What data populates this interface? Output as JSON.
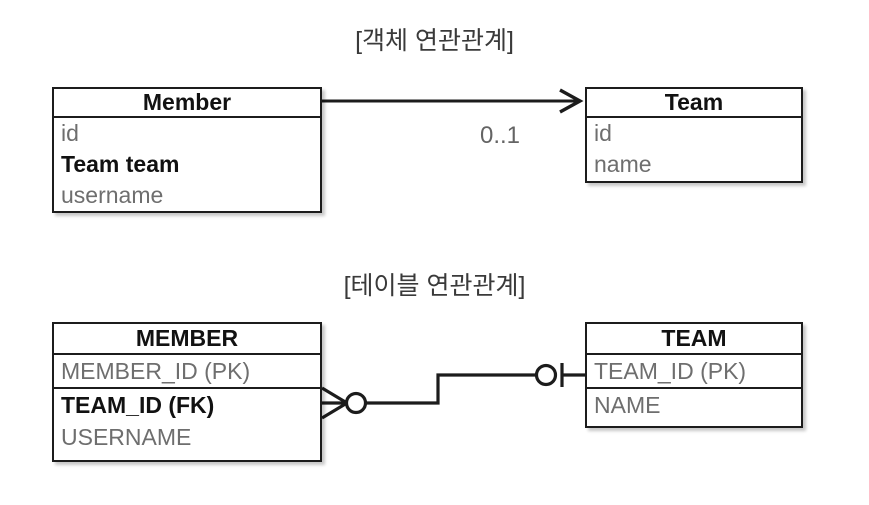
{
  "page": {
    "background": "#ffffff",
    "line_color": "#1c1c1c",
    "muted_text_color": "#6e6e6e",
    "strong_text_color": "#111111"
  },
  "sections": {
    "object_model": {
      "title": "[객체 연관관계]",
      "member_box": {
        "header": "Member",
        "attributes": [
          {
            "label": "id",
            "emphasis": "normal"
          },
          {
            "label": "Team team",
            "emphasis": "bold"
          },
          {
            "label": "username",
            "emphasis": "normal"
          }
        ]
      },
      "team_box": {
        "header": "Team",
        "attributes": [
          {
            "label": "id",
            "emphasis": "normal"
          },
          {
            "label": "name",
            "emphasis": "normal"
          }
        ]
      },
      "relationship": {
        "multiplicity_label": "0..1",
        "arrow_style": "open-arrow-right",
        "from": "Member",
        "to": "Team"
      }
    },
    "table_model": {
      "title": "[테이블 연관관계]",
      "member_table": {
        "header": "MEMBER",
        "key_columns": [
          {
            "label": "MEMBER_ID (PK)",
            "emphasis": "normal"
          }
        ],
        "columns": [
          {
            "label": "TEAM_ID (FK)",
            "emphasis": "bold"
          },
          {
            "label": "USERNAME",
            "emphasis": "normal"
          }
        ]
      },
      "team_table": {
        "header": "TEAM",
        "key_columns": [
          {
            "label": "TEAM_ID (PK)",
            "emphasis": "normal"
          }
        ],
        "columns": [
          {
            "label": "NAME",
            "emphasis": "normal"
          }
        ]
      },
      "relationship": {
        "left_cardinality": "zero-or-many-crowsfoot",
        "right_cardinality": "zero-or-one",
        "from": "MEMBER",
        "to": "TEAM"
      }
    }
  }
}
